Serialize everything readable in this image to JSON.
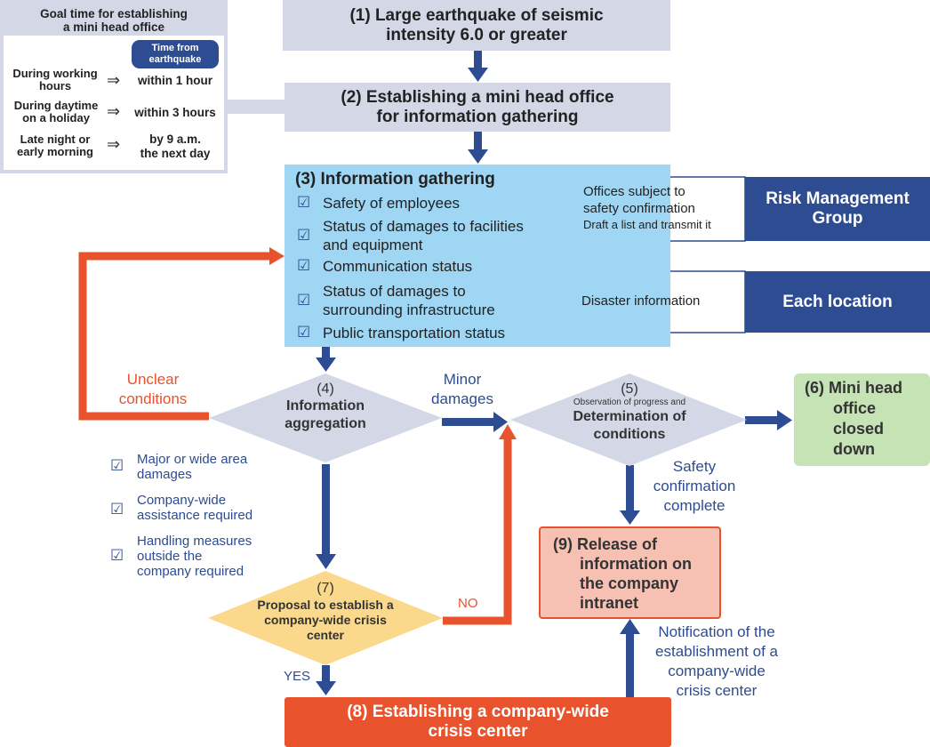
{
  "goal_panel": {
    "title": [
      "Goal time for establishing",
      "a mini head office"
    ],
    "badge": [
      "Time from",
      "earthquake"
    ],
    "rows": [
      {
        "label": [
          "During working",
          "hours"
        ],
        "time": [
          "within 1 hour"
        ]
      },
      {
        "label": [
          "During daytime",
          "on a holiday"
        ],
        "time": [
          "within 3 hours"
        ]
      },
      {
        "label": [
          "Late night or",
          "early morning"
        ],
        "time": [
          "by 9 a.m.",
          "the next day"
        ]
      }
    ],
    "arrow": "⇒"
  },
  "step1": [
    "(1) Large earthquake of seismic",
    "intensity 6.0 or greater"
  ],
  "step2": [
    "(2) Establishing a mini head office",
    "for information gathering"
  ],
  "step3": {
    "title": "(3) Information gathering",
    "items": [
      [
        "Safety of employees"
      ],
      [
        "Status of damages to facilities",
        "and equipment"
      ],
      [
        "Communication status"
      ],
      [
        "Status of damages to",
        "surrounding infrastructure"
      ],
      [
        "Public transportation status"
      ]
    ]
  },
  "risk": {
    "callout": [
      "Offices subject to",
      "safety confirmation"
    ],
    "callout_small": "Draft a list and transmit it",
    "group": [
      "Risk Management",
      "Group"
    ]
  },
  "location": {
    "callout": "Disaster information",
    "group": "Each location"
  },
  "step4": {
    "num": "(4)",
    "label": [
      "Information",
      "aggregation"
    ]
  },
  "unclear": [
    "Unclear",
    "conditions"
  ],
  "minor": [
    "Minor",
    "damages"
  ],
  "step5": {
    "num": "(5)",
    "small": "Observation of progress and",
    "label": [
      "Determination of",
      "conditions"
    ]
  },
  "step6": [
    "(6) Mini head",
    "office",
    "closed",
    "down"
  ],
  "criteria": [
    [
      "Major or wide area",
      "damages"
    ],
    [
      "Company-wide",
      "assistance required"
    ],
    [
      "Handling measures",
      "outside the",
      "company required"
    ]
  ],
  "safety_complete": [
    "Safety",
    "confirmation",
    "complete"
  ],
  "step7": {
    "num": "(7)",
    "label": [
      "Proposal to establish a",
      "company-wide crisis",
      "center"
    ]
  },
  "no_label": "NO",
  "yes_label": "YES",
  "step8": [
    "(8) Establishing a company-wide",
    "crisis center"
  ],
  "step9": [
    "(9) Release of",
    "information on",
    "the company",
    "intranet"
  ],
  "notification": [
    "Notification of the",
    "establishment of a",
    "company-wide",
    "crisis center"
  ],
  "colors": {
    "gray_box": "#d3d7e6",
    "light_blue": "#9fd6f3",
    "navy": "#2d4c91",
    "arrow_blue": "#2d4c91",
    "orange": "#e8532e",
    "yellow": "#fbd98c",
    "green": "#c5e3b5",
    "pink": "#f6c1b3",
    "text_blue": "#2d4c91"
  }
}
